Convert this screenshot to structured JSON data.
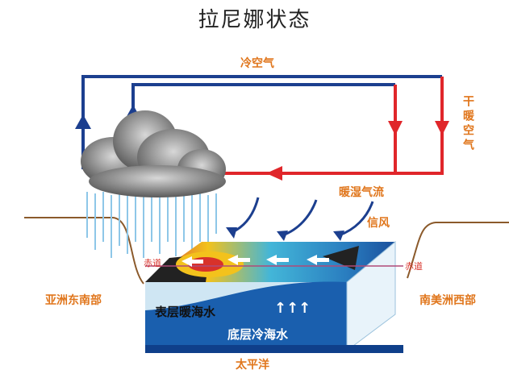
{
  "title": "拉尼娜状态",
  "labels": {
    "cold_air": "冷空气",
    "dry_warm_air": "干暖空气",
    "warm_moist_flow": "暖湿气流",
    "trade_wind": "信风",
    "equator_left": "赤道",
    "equator_right": "赤道",
    "southeast_asia": "亚洲东南部",
    "west_south_america": "南美洲西部",
    "surface_warm_water": "表层暖海水",
    "deep_cold_water": "底层冷海水",
    "pacific": "太平洋",
    "upwelling_arrows": "↑↑↑"
  },
  "colors": {
    "cold_air_line": "#1c3f8f",
    "warm_air_line": "#e0262a",
    "label_orange": "#e0761c",
    "ocean_dark": "#0f3f8a",
    "ocean_light": "#cfe6f3",
    "land": "#8b5a2b",
    "rain": "#8ec7e8"
  }
}
